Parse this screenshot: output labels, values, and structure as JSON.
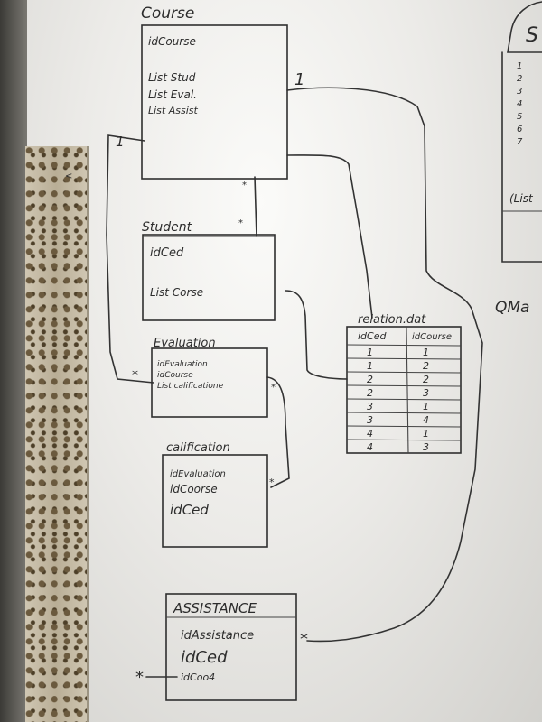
{
  "entities": {
    "course": {
      "title": "Course",
      "fields": [
        "idCourse",
        "List Stud",
        "List Eval.",
        "List Assist"
      ]
    },
    "student": {
      "title": "Student",
      "fields": [
        "idCed",
        "List Corse"
      ]
    },
    "evaluation": {
      "title": "Evaluation",
      "fields": [
        "idEvaluation",
        "idCourse",
        "List calificatione"
      ]
    },
    "calification": {
      "title": "calification",
      "fields": [
        "idEvaluation",
        "idCoorse",
        "idCed"
      ]
    },
    "assistance": {
      "title": "ASSISTANCE",
      "fields": [
        "idAssistance",
        "idCed",
        "idCoo4"
      ]
    }
  },
  "relation_file": {
    "title": "relation.dat",
    "headers": [
      "idCed",
      "idCourse"
    ],
    "rows": [
      [
        "1",
        "1"
      ],
      [
        "1",
        "2"
      ],
      [
        "2",
        "2"
      ],
      [
        "2",
        "3"
      ],
      [
        "3",
        "1"
      ],
      [
        "3",
        "4"
      ],
      [
        "4",
        "1"
      ],
      [
        "4",
        "3"
      ]
    ]
  },
  "multiplicities": {
    "course_top": "1",
    "course_left": "1",
    "evaluation_left": "*",
    "course_right_a": "*",
    "course_right_b": "*",
    "evaluation_right": "*",
    "calification_right": "*",
    "assistance_left": "*",
    "assistance_right": "*"
  },
  "partial_right": {
    "title_fragment": "S",
    "numbers": [
      "1",
      "2",
      "3",
      "4",
      "5",
      "6",
      "7"
    ],
    "list_fragment": "(List"
  },
  "side_note": "QMa"
}
